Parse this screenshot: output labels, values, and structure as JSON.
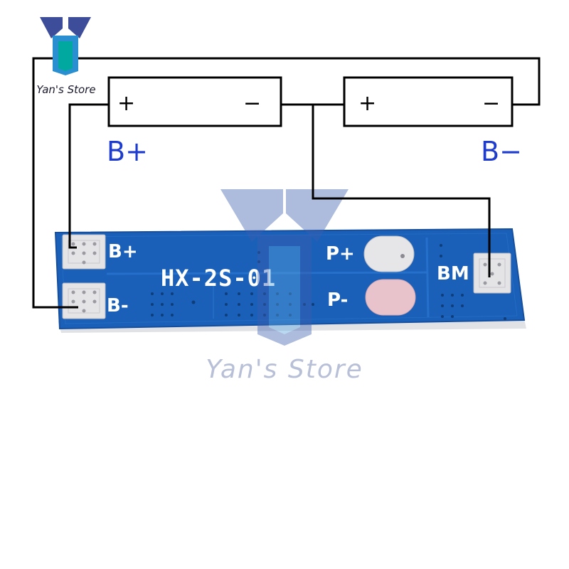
{
  "brand": {
    "store_name": "Yan's Store",
    "watermark_text": "Yan's Store",
    "logo_icon": "y-logo-icon"
  },
  "diagram": {
    "cells": [
      {
        "positive_label": "+",
        "negative_label": "−"
      },
      {
        "positive_label": "+",
        "negative_label": "−"
      }
    ],
    "pack_positive_label": "B+",
    "pack_negative_label": "B−"
  },
  "board": {
    "model": "HX-2S-01",
    "pads": {
      "b_plus": "B+",
      "b_minus": "B-",
      "p_plus": "P+",
      "p_minus": "P-",
      "bm": "BM"
    }
  },
  "colors": {
    "pcb_blue": "#1a5fb8",
    "pcb_edge": "#154f9e",
    "label_blue": "#1e3ccd",
    "logo_teal": "#00a89f",
    "logo_navy": "#3d4d99",
    "wire": "#000000",
    "pad_silver": "#e4e4e6",
    "pad_pink": "#e9c3cb"
  }
}
